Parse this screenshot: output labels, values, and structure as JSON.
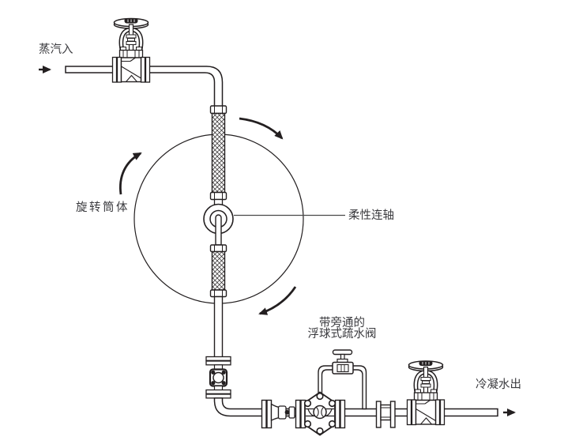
{
  "diagram": {
    "background": "#ffffff",
    "line_color": "#231f20",
    "text_color": "#3a3a3e",
    "labels": {
      "steam_in": "蒸汽入",
      "rotating_cylinder": "旋转筒体",
      "flexible_coupling": "柔性连轴",
      "trap": {
        "line1": "带旁通的",
        "line2": "浮球式疏水阀"
      },
      "condensate_out": "冷凝水出"
    },
    "rotation_direction": "clockwise",
    "components": [
      "steam-in-arrow",
      "inlet-globe-valve",
      "inlet-pipe",
      "rotating-cylinder-circle",
      "flexible-hose-upper",
      "flexible-coupling-hub",
      "flexible-hose-lower",
      "rotation-arrows",
      "sight-glass",
      "check-union",
      "bypass-needle-valve",
      "float-steam-trap-with-bypass",
      "spool-piece",
      "outlet-globe-valve",
      "condensate-out-arrow"
    ]
  }
}
